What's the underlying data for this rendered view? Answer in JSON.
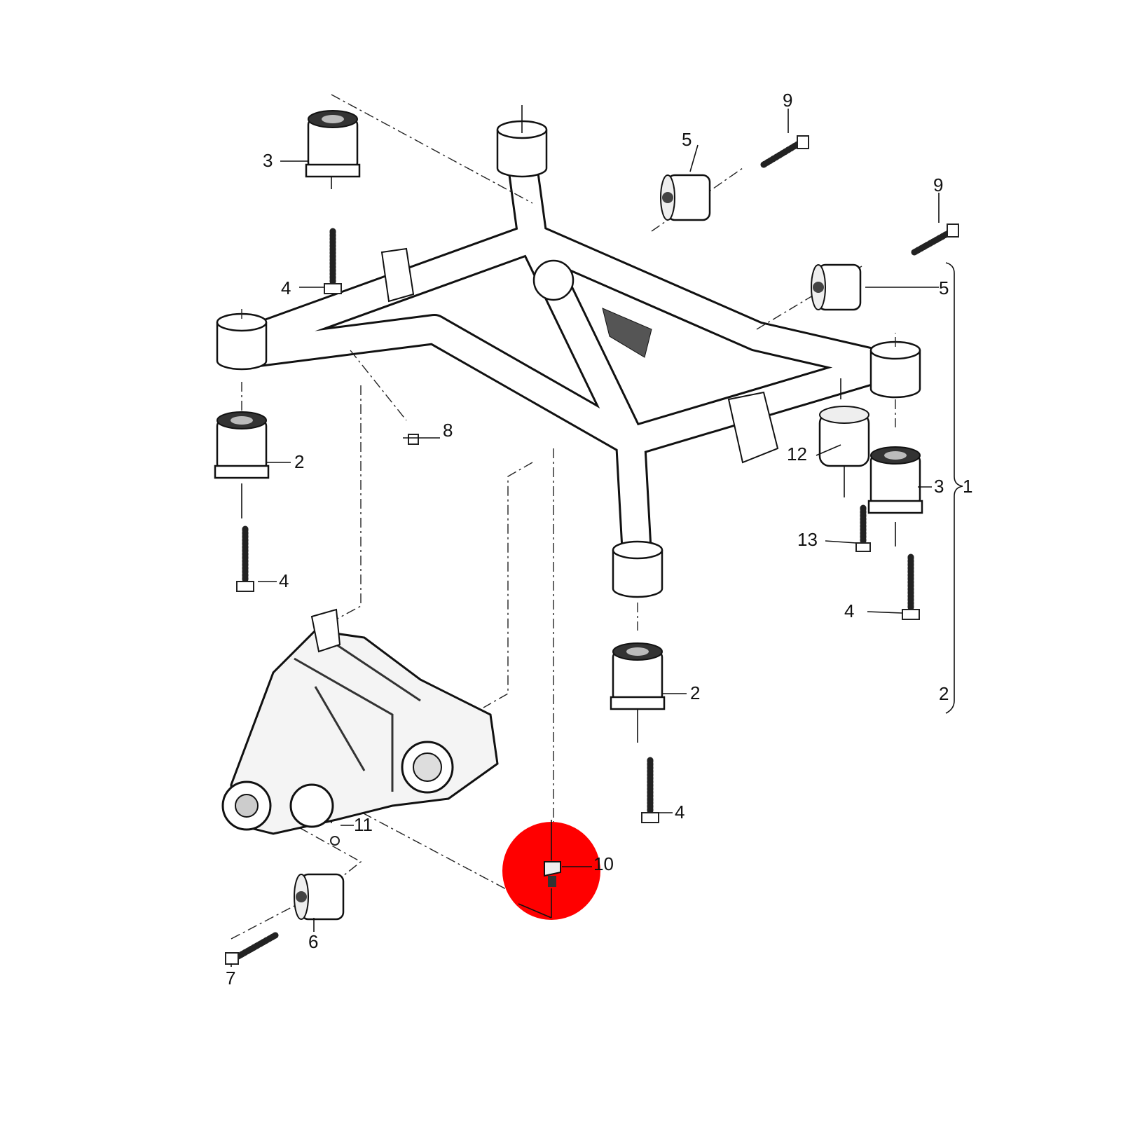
{
  "diagram": {
    "title_visible": false,
    "callouts": [
      "3",
      "4",
      "9",
      "5",
      "9",
      "5",
      "8",
      "2",
      "12",
      "3",
      "1",
      "13",
      "4",
      "4",
      "2",
      "2",
      "4",
      "11",
      "10",
      "6",
      "7"
    ],
    "highlight_color": "#ff0000",
    "highlighted_part": "10"
  }
}
